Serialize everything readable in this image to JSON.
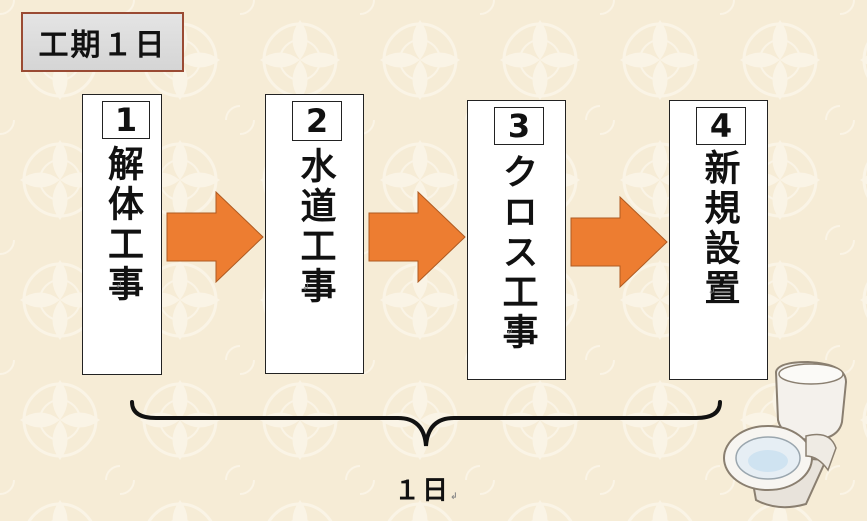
{
  "title": "工期１日",
  "steps": [
    {
      "number": "1",
      "label": "解体工事"
    },
    {
      "number": "2",
      "label": "水道工事"
    },
    {
      "number": "3",
      "label": "クロス工事"
    },
    {
      "number": "4",
      "label": "新規設置"
    }
  ],
  "duration_label": "１日",
  "paragraph_mark": "↲",
  "colors": {
    "arrow": "#ed7d31",
    "arrow_border": "#ae5a21",
    "title_border": "#9a4a33"
  },
  "icons": [
    "toilet-illustration",
    "curly-brace"
  ]
}
